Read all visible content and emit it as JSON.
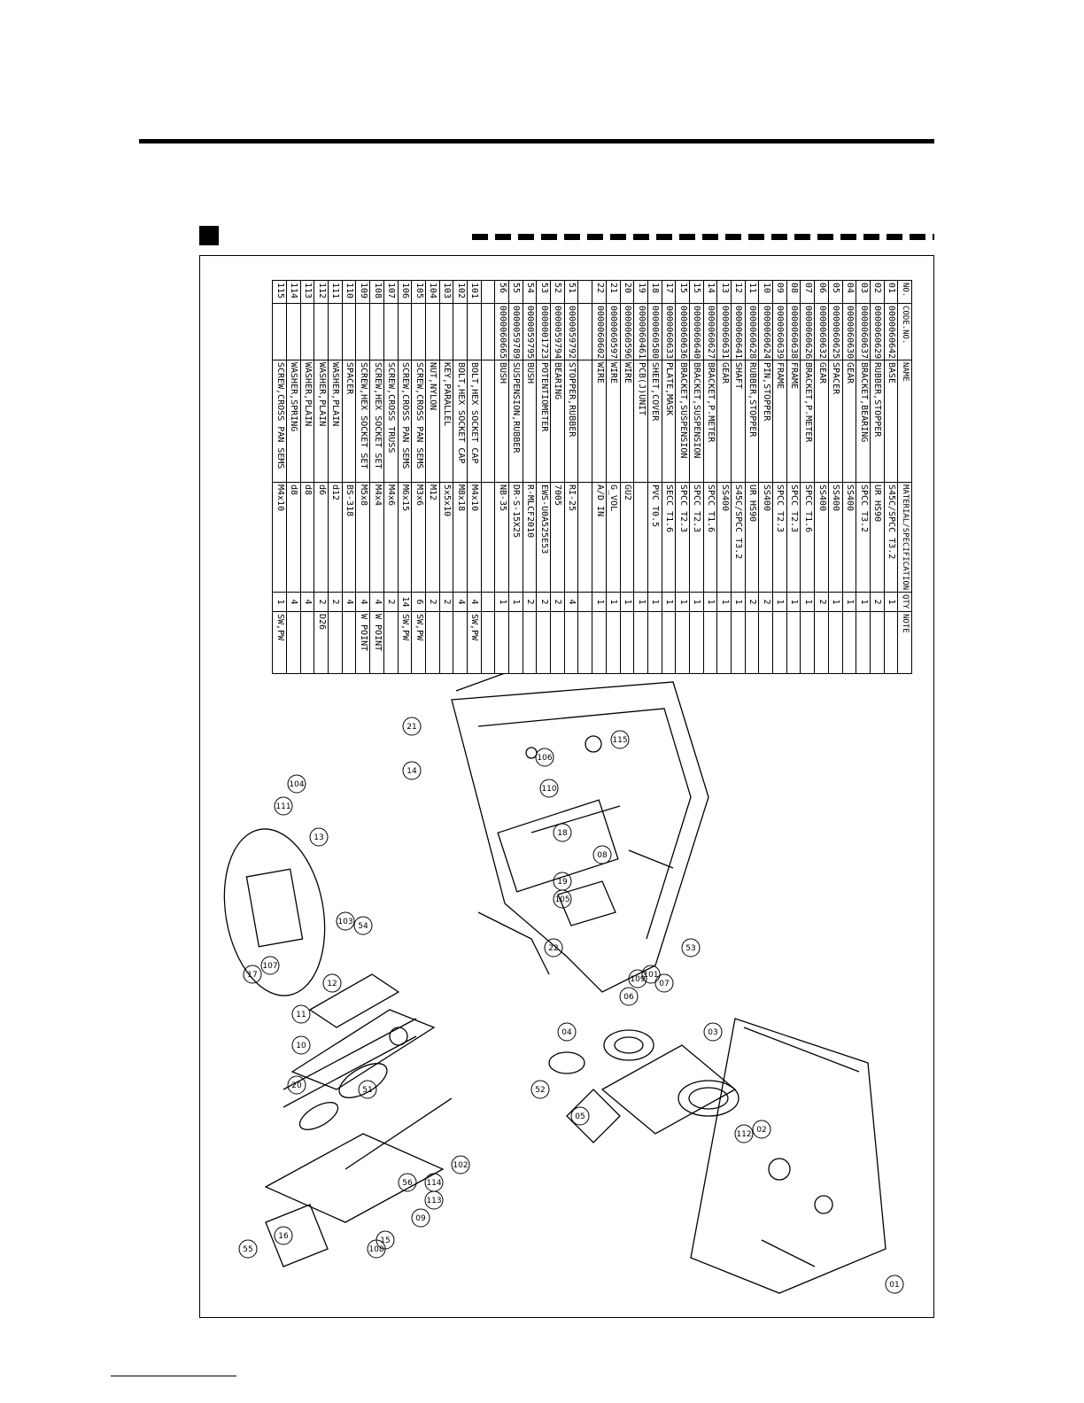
{
  "headers": {
    "no": "NO.",
    "code": "CODE.NO.",
    "name": "NAME",
    "material": "MATERIAL/SPECIFICATION",
    "qty": "QTY",
    "note": "NOTE"
  },
  "rows": [
    {
      "no": "01",
      "code": "0000060642",
      "name": "BASE",
      "material": "S45C/SPCC T3.2",
      "qty": "1",
      "note": ""
    },
    {
      "no": "02",
      "code": "0000060629",
      "name": "RUBBER,STOPPER",
      "material": "UR HS90",
      "qty": "2",
      "note": ""
    },
    {
      "no": "03",
      "code": "0000060637",
      "name": "BRACKET,BEARING",
      "material": "SPCC T3.2",
      "qty": "1",
      "note": ""
    },
    {
      "no": "04",
      "code": "0000060630",
      "name": "GEAR",
      "material": "SS400",
      "qty": "1",
      "note": ""
    },
    {
      "no": "05",
      "code": "0000060625",
      "name": "SPACER",
      "material": "SS400",
      "qty": "1",
      "note": ""
    },
    {
      "no": "06",
      "code": "0000060632",
      "name": "GEAR",
      "material": "SS400",
      "qty": "2",
      "note": ""
    },
    {
      "no": "07",
      "code": "0000060626",
      "name": "BRACKET,P.METER",
      "material": "SPCC T1.6",
      "qty": "1",
      "note": ""
    },
    {
      "no": "08",
      "code": "0000060638",
      "name": "FRAME",
      "material": "SPCC T2.3",
      "qty": "1",
      "note": ""
    },
    {
      "no": "09",
      "code": "0000060639",
      "name": "FRAME",
      "material": "SPCC T2.3",
      "qty": "1",
      "note": ""
    },
    {
      "no": "10",
      "code": "0000060624",
      "name": "PIN,STOPPER",
      "material": "SS400",
      "qty": "2",
      "note": ""
    },
    {
      "no": "11",
      "code": "0000060628",
      "name": "RUBBER,STOPPER",
      "material": "UR HS90",
      "qty": "2",
      "note": ""
    },
    {
      "no": "12",
      "code": "0000060641",
      "name": "SHAFT",
      "material": "S45C/SPCC T3.2",
      "qty": "1",
      "note": ""
    },
    {
      "no": "13",
      "code": "0000060631",
      "name": "GEAR",
      "material": "SS400",
      "qty": "1",
      "note": ""
    },
    {
      "no": "14",
      "code": "0000060627",
      "name": "BRACKET,P.METER",
      "material": "SPCC T1.6",
      "qty": "1",
      "note": ""
    },
    {
      "no": "15",
      "code": "0000060640",
      "name": "BRACKET,SUSPENSION",
      "material": "SPCC T2.3",
      "qty": "1",
      "note": ""
    },
    {
      "no": "15",
      "code": "0000060636",
      "name": "BRACKET,SUSPENSION",
      "material": "SPCC T2.3",
      "qty": "1",
      "note": ""
    },
    {
      "no": "17",
      "code": "0000060633",
      "name": "PLATE,MASK",
      "material": "SECC T1.6",
      "qty": "1",
      "note": ""
    },
    {
      "no": "18",
      "code": "0000060580",
      "name": "SHEET,COVER",
      "material": "PVC T0.5",
      "qty": "1",
      "note": ""
    },
    {
      "no": "19",
      "code": "0000060461",
      "name": "PCB(J)UNIT",
      "material": "",
      "qty": "1",
      "note": ""
    },
    {
      "no": "20",
      "code": "0000060596",
      "name": "WIRE",
      "material": "GU2",
      "qty": "1",
      "note": ""
    },
    {
      "no": "21",
      "code": "0000060597",
      "name": "WIRE",
      "material": "G_VOL",
      "qty": "1",
      "note": ""
    },
    {
      "no": "22",
      "code": "0000060602",
      "name": "WIRE",
      "material": "A/D IN",
      "qty": "1",
      "note": ""
    },
    {
      "no": "",
      "code": "",
      "name": "",
      "material": "",
      "qty": "",
      "note": ""
    },
    {
      "no": "51",
      "code": "0000059792",
      "name": "STOPPER,RUBBER",
      "material": "RI-25",
      "qty": "4",
      "note": ""
    },
    {
      "no": "52",
      "code": "0000059794",
      "name": "BEARING",
      "material": "7005",
      "qty": "2",
      "note": ""
    },
    {
      "no": "53",
      "code": "0000001723",
      "name": "POTENTIOMETER",
      "material": "EWS-U0A525E53",
      "qty": "2",
      "note": ""
    },
    {
      "no": "54",
      "code": "0000059795",
      "name": "BUSH",
      "material": "R-MLCF2010",
      "qty": "2",
      "note": ""
    },
    {
      "no": "55",
      "code": "0000059789",
      "name": "SUSPENSION,RUBBER",
      "material": "DR-S-15X25",
      "qty": "1",
      "note": ""
    },
    {
      "no": "56",
      "code": "0000060665",
      "name": "BUSH",
      "material": "NB-35",
      "qty": "1",
      "note": ""
    },
    {
      "no": "",
      "code": "",
      "name": "",
      "material": "",
      "qty": "",
      "note": ""
    },
    {
      "no": "101",
      "code": "",
      "name": "BOLT,HEX SOCKET CAP",
      "material": "M4x10",
      "qty": "4",
      "note": "SW,PW"
    },
    {
      "no": "102",
      "code": "",
      "name": "BOLT,HEX SOCKET CAP",
      "material": "M8x18",
      "qty": "4",
      "note": ""
    },
    {
      "no": "103",
      "code": "",
      "name": "KEY,PARALLEL",
      "material": "5x5x10",
      "qty": "2",
      "note": ""
    },
    {
      "no": "104",
      "code": "",
      "name": "NUT,NYLON",
      "material": "M12",
      "qty": "2",
      "note": ""
    },
    {
      "no": "105",
      "code": "",
      "name": "SCREW,CROSS PAN SEMS",
      "material": "M3x6",
      "qty": "6",
      "note": "SW,PW"
    },
    {
      "no": "106",
      "code": "",
      "name": "SCREW,CROSS PAN SEMS",
      "material": "M6x15",
      "qty": "14",
      "note": "SW,PW"
    },
    {
      "no": "107",
      "code": "",
      "name": "SCREW,CROSS TRUSS",
      "material": "M4x6",
      "qty": "2",
      "note": ""
    },
    {
      "no": "108",
      "code": "",
      "name": "SCREW,HEX SOCKET SET",
      "material": "M4x4",
      "qty": "4",
      "note": "W POINT"
    },
    {
      "no": "109",
      "code": "",
      "name": "SCREW,HEX SOCKET SET",
      "material": "M5x8",
      "qty": "4",
      "note": "W POINT"
    },
    {
      "no": "110",
      "code": "",
      "name": "SPACER",
      "material": "BS-318",
      "qty": "4",
      "note": ""
    },
    {
      "no": "111",
      "code": "",
      "name": "WASHER,PLAIN",
      "material": "d12",
      "qty": "2",
      "note": ""
    },
    {
      "no": "112",
      "code": "",
      "name": "WASHER,PLAIN",
      "material": "d6",
      "qty": "2",
      "note": "D26"
    },
    {
      "no": "113",
      "code": "",
      "name": "WASHER,PLAIN",
      "material": "d8",
      "qty": "4",
      "note": ""
    },
    {
      "no": "114",
      "code": "",
      "name": "WASHER,SPRING",
      "material": "d8",
      "qty": "4",
      "note": ""
    },
    {
      "no": "115",
      "code": "",
      "name": "SCREW,CROSS PAN SEMS",
      "material": "M4x10",
      "qty": "1",
      "note": "SW,PW"
    }
  ],
  "callouts": {
    "c01": "01",
    "c02": "02",
    "c03": "03",
    "c04": "04",
    "c05": "05",
    "c06": "06",
    "c07": "07",
    "c08": "08",
    "c09": "09",
    "c10": "10",
    "c11": "11",
    "c12": "12",
    "c13": "13",
    "c14": "14",
    "c15": "15",
    "c16": "16",
    "c17": "17",
    "c18": "18",
    "c19": "19",
    "c20": "20",
    "c21": "21",
    "c22": "22",
    "c51": "51",
    "c52": "52",
    "c53": "53",
    "c54": "54",
    "c55": "55",
    "c56": "56",
    "c101": "101",
    "c102": "102",
    "c103": "103",
    "c104": "104",
    "c105": "105",
    "c106": "106",
    "c107": "107",
    "c108": "108",
    "c109": "109",
    "c110": "110",
    "c111": "111",
    "c112": "112",
    "c113": "113",
    "c114": "114",
    "c115": "115"
  }
}
